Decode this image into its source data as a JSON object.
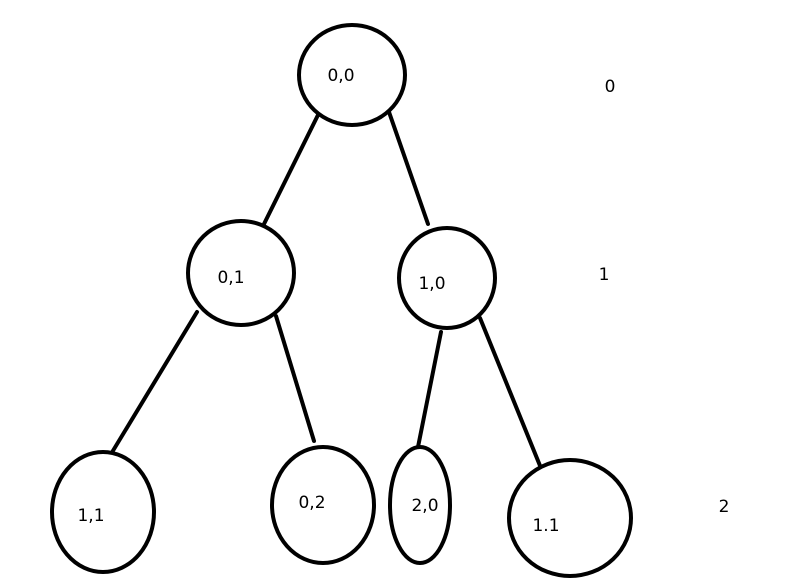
{
  "tree": {
    "nodes": [
      {
        "id": "n00",
        "label": "0,0"
      },
      {
        "id": "n01",
        "label": "0,1"
      },
      {
        "id": "n10",
        "label": "1,0"
      },
      {
        "id": "n11",
        "label": "1,1"
      },
      {
        "id": "n02",
        "label": "0,2"
      },
      {
        "id": "n20",
        "label": "2,0"
      },
      {
        "id": "n11b",
        "label": "1.1"
      }
    ],
    "edges": [
      {
        "from": "n00",
        "to": "n01"
      },
      {
        "from": "n00",
        "to": "n10"
      },
      {
        "from": "n01",
        "to": "n11"
      },
      {
        "from": "n01",
        "to": "n02"
      },
      {
        "from": "n10",
        "to": "n20"
      },
      {
        "from": "n10",
        "to": "n11b"
      }
    ]
  },
  "levels": [
    "0",
    "1",
    "2"
  ],
  "colors": {
    "stroke": "#000000",
    "background": "#ffffff"
  }
}
